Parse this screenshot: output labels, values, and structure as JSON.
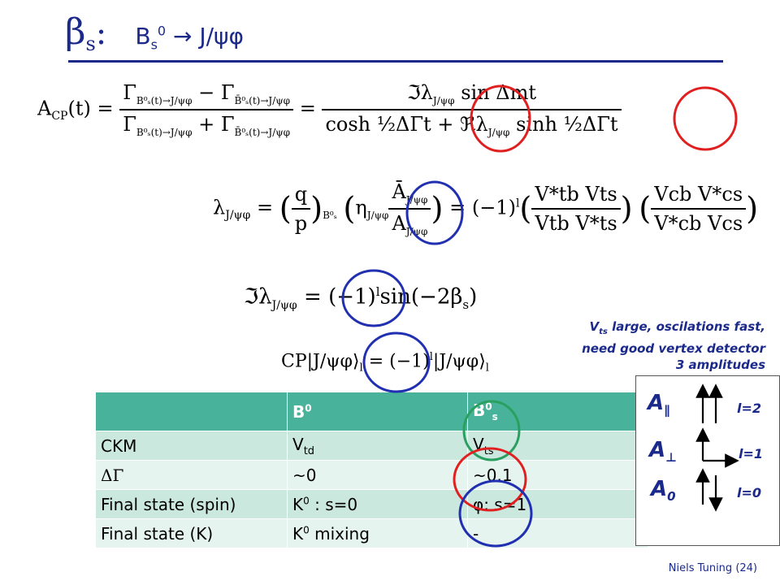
{
  "title": {
    "beta": "β",
    "beta_sub": "s",
    "colon": ":",
    "B": "B",
    "s_sub": "s",
    "zero_sup": "0",
    "arrow_decay": " → J/ψφ"
  },
  "equations": {
    "acp": {
      "lhs": "A",
      "lhs_sub": "CP",
      "lhs_arg": "(t) =",
      "num1": "Γ",
      "num1_sub": "B⁰ₛ(t)→J/ψφ",
      "minus": " − Γ",
      "num2_sub": "B̄⁰ₛ(t)→J/ψφ",
      "den_plus": " + Γ",
      "eq2": "=",
      "rnum": "ℑλ",
      "rnum_sub": "J/ψφ",
      "rnum_rest": " sin Δmt",
      "rden_a": "cosh ½ΔΓt + ℜλ",
      "rden_sub": "J/ψφ",
      "rden_b": " sinh ½ΔΓt"
    },
    "lambda": {
      "lhs": "λ",
      "lhs_sub": "J/ψφ",
      "eq": "=",
      "qp_num": "q",
      "qp_den": "p",
      "qp_sub": "B⁰ₛ",
      "eta": "η",
      "eta_sub": "J/ψφ",
      "abar": "Ā",
      "abar_sub": "J/ψφ",
      "a": "A",
      "a_sub": "J/ψφ",
      "eq2": "=",
      "sign": "(−1)",
      "sign_sup": "l",
      "ckm1_num": "V*tb Vts",
      "ckm1_den": "Vtb V*ts",
      "ckm2_num": "Vcb V*cs",
      "ckm2_den": "V*cb Vcs"
    },
    "imlambda": {
      "lhs": "ℑλ",
      "lhs_sub": "J/ψφ",
      "eq": "=",
      "sign": "(−1)",
      "sign_sup": "l",
      "rest": "sin(−2β",
      "rest_sub": "s",
      "close": ")"
    },
    "cp": {
      "text_a": "CP|J/ψφ⟩",
      "sub_l": "l",
      "text_b": " = (−1)",
      "sup_l": "l",
      "text_c": "|J/ψφ⟩",
      "sub_l2": "l"
    }
  },
  "annotation": {
    "line1_v": "V",
    "line1_sub": "ts",
    "line1_rest": " large, oscilations fast,",
    "line2": "need good vertex detector",
    "line3": "3 amplitudes"
  },
  "table": {
    "header": [
      "",
      "B0",
      "B0s"
    ],
    "header_sup": "0",
    "header_sub": "s",
    "rows": [
      {
        "c0": "CKM",
        "c1_main": "V",
        "c1_sub": "td",
        "c2_main": "V",
        "c2_sub": "ts"
      },
      {
        "c0": "ΔΓ",
        "c1": "~0",
        "c2": "~0.1"
      },
      {
        "c0": "Final state (spin)",
        "c1_main": "K",
        "c1_sup": "0",
        "c1_rest": " : s=0",
        "c2": "φ: s=1"
      },
      {
        "c0": "Final state (K)",
        "c1_main": "K",
        "c1_sup": "0",
        "c1_rest": " mixing",
        "c2": "-"
      }
    ]
  },
  "amplitudes": [
    {
      "name": "A",
      "sub": "∥",
      "l": "l=2"
    },
    {
      "name": "A",
      "sub": "⊥",
      "l": "l=1"
    },
    {
      "name": "A",
      "sub": "0",
      "l": "l=0"
    }
  ],
  "footer": {
    "author": "Niels Tuning",
    "page": "(24)"
  },
  "colors": {
    "title_blue": "#1b2a8a",
    "table_header": "#48b39a",
    "row_dark": "#cbe8de",
    "row_light": "#e6f4ef",
    "red_circle": "#e02020",
    "blue_circle": "#2030b0",
    "green_circle": "#2aa060"
  }
}
